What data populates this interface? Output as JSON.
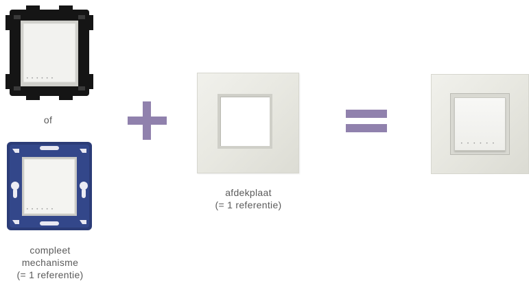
{
  "captions": {
    "or_text": "of",
    "mechanism_lines": [
      "compleet",
      "mechanisme",
      "(= 1 referentie)"
    ],
    "plate_lines": [
      "afdekplaat",
      "(= 1 referentie)"
    ]
  },
  "colors": {
    "operator_color": "#9081ad",
    "plate_color": "#ebebe5",
    "frame_black": "#1a1a1a",
    "frame_blue": "#2c3f7a"
  },
  "icons": {
    "plus": "plus-sign",
    "equals": "equals-sign"
  }
}
